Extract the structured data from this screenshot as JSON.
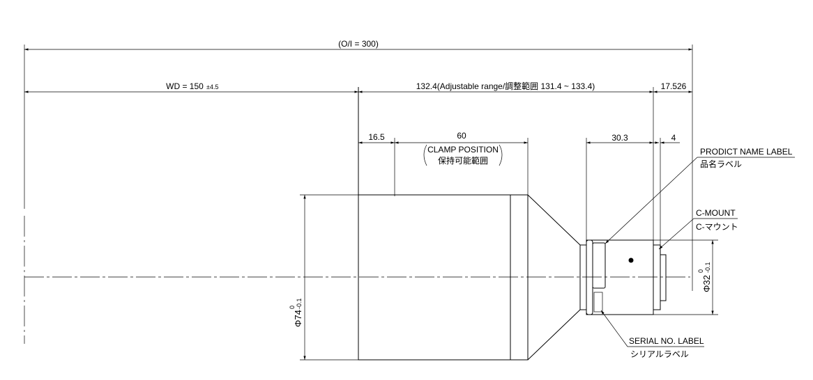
{
  "dimensions": {
    "overall": "(O/I = 300)",
    "wd": "WD = 150",
    "wd_tol": "±4.5",
    "adjustable": "132.4(Adjustable range/調整範囲 131.4 ~ 133.4)",
    "rear": "17.526",
    "clamp_offset": "16.5",
    "clamp_length": "60",
    "clamp_label_en": "CLAMP POSITION",
    "clamp_label_jp": "保持可能範囲",
    "rear_body": "30.3",
    "mount_depth": "4",
    "dia_large": "Φ74",
    "dia_large_tol_upper": "0",
    "dia_large_tol_lower": "-0.1",
    "dia_small": "Φ32",
    "dia_small_tol_upper": "0",
    "dia_small_tol_lower": "-0.1"
  },
  "callouts": {
    "product_label_en": "PRODICT NAME LABEL",
    "product_label_jp": "品名ラベル",
    "cmount_en": "C-MOUNT",
    "cmount_jp": "C-マウント",
    "serial_en": "SERIAL NO. LABEL",
    "serial_jp": "シリアルラベル"
  }
}
